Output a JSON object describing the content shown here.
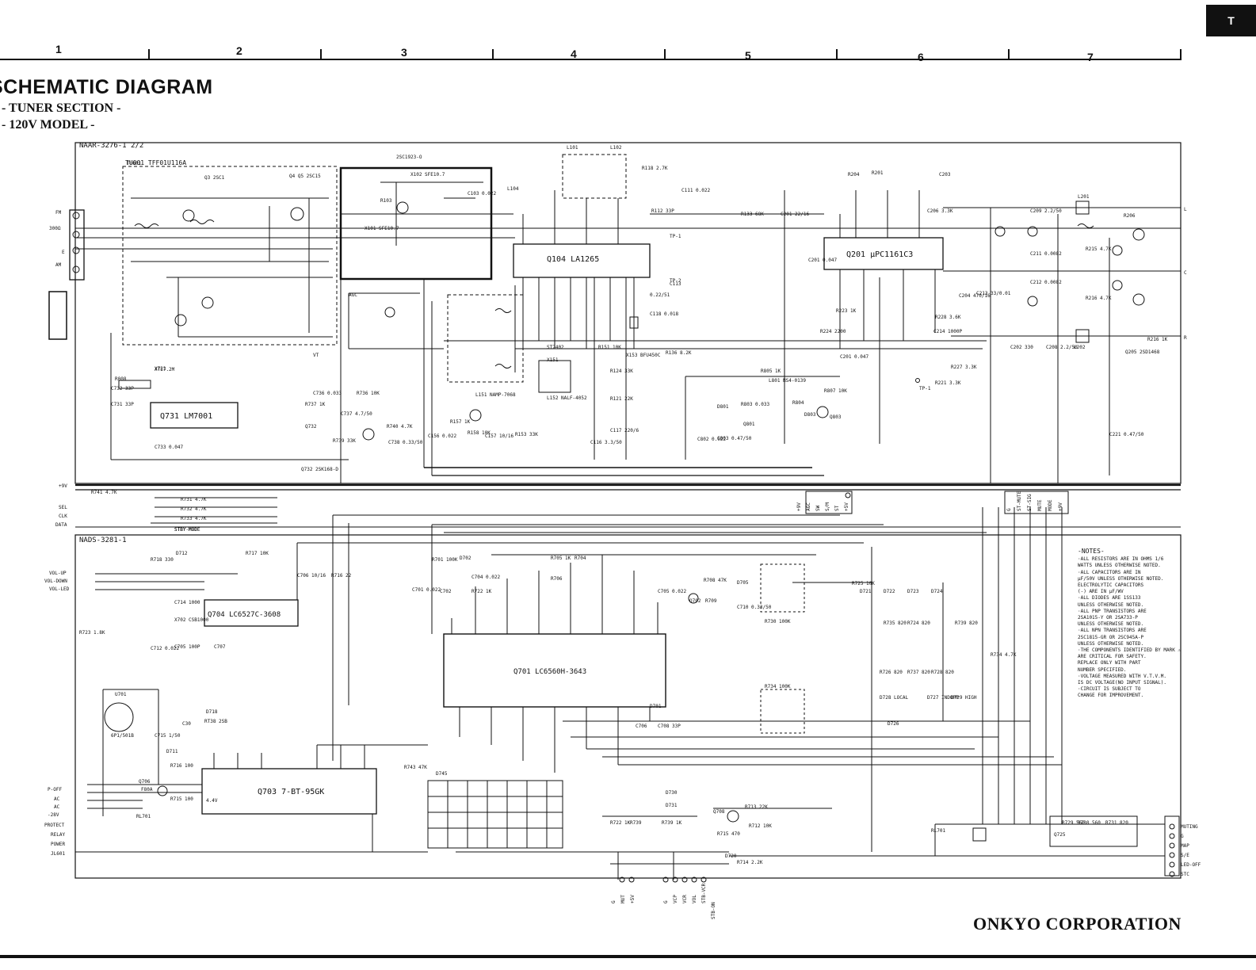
{
  "header": {
    "title": "SCHEMATIC DIAGRAM",
    "section": "- TUNER SECTION -",
    "model": "- 120V MODEL -",
    "corner_tab": "T"
  },
  "zones": [
    "1",
    "2",
    "3",
    "4",
    "5",
    "6",
    "7"
  ],
  "boards": {
    "tuner_board": "NAAR-3276-1 2/2",
    "control_board": "NADS-3281-1"
  },
  "ics": {
    "tuner_pack": "TU001 TFF01U116A",
    "q104": "Q104 LA1265",
    "q201": "Q201 µPC1161C3",
    "q731": "Q731 LM7001",
    "q704": "Q704 LC6527C-3608",
    "q701": "Q701 LC6560H-3643",
    "q703": "Q703 7-BT-95GK"
  },
  "terminals": {
    "left_top": [
      "FM",
      "300Ω",
      "E",
      "AM"
    ],
    "left_mid": [
      "+9V",
      "SEL",
      "CLK",
      "DATA"
    ],
    "left_vol": [
      "VOL-UP",
      "VOL-DOWN",
      "VOL-LED"
    ],
    "left_bottom": [
      "P-OFF",
      "AC",
      "AC",
      "-28V",
      "PROTECT",
      "RELAY",
      "POWER",
      "JL601"
    ],
    "right_out": [
      "L",
      "C",
      "R"
    ],
    "right_bottom": [
      "MUTING",
      "G",
      "MAP",
      "S/E",
      "LED-OFF",
      "STC"
    ]
  },
  "connectors": {
    "jl101": [
      "+9V",
      "AGC",
      "SW",
      "S/M",
      "ST",
      "+5V"
    ],
    "jl102": [
      "G",
      "ST-MUTE",
      "ST-SIG",
      "MUTE",
      "MODE",
      "+9V"
    ],
    "jl105": [
      "G",
      "MUT",
      "+5V"
    ],
    "jl701": [
      "G",
      "VCP",
      "VCR",
      "VOL",
      "STB-VCR",
      "STB-ON"
    ]
  },
  "labels": {
    "vt": "VT",
    "tp1": "TP-1",
    "tp2": "TP-2",
    "stby": "STBY-MODE",
    "xtal": "XTL7.2M",
    "agc": "AGC",
    "l201": "L201",
    "l202": "L202"
  },
  "notes": {
    "title": "-NOTES-",
    "lines": [
      "·ALL RESISTORS ARE IN OHMS 1/6",
      " WATTS UNLESS OTHERWISE NOTED.",
      "·ALL CAPACITORS ARE IN",
      " µF/50V UNLESS OTHERWISE NOTED.",
      " ELECTROLYTIC CAPACITORS",
      " (-) ARE IN µF/WV",
      "·ALL DIODES ARE 1SS133",
      " UNLESS OTHERWISE NOTED.",
      "·ALL PNP TRANSISTORS ARE",
      " 2SA1015-Y OR 2SA733-P",
      " UNLESS OTHERWISE NOTED.",
      "·ALL NPN TRANSISTORS ARE",
      " 2SC1815-GR OR 2SC945A-P",
      " UNLESS OTHERWISE NOTED.",
      "·THE COMPONENTS IDENTIFIED BY MARK ⚠",
      " ARE CRITICAL FOR SAFETY.",
      " REPLACE ONLY WITH PART",
      " NUMBER SPECIFIED.",
      "·VOLTAGE MEASURED WITH V.T.V.M.",
      " IS DC VOLTAGE(NO INPUT SIGNAL).",
      "·CIRCUIT IS SUBJECT TO",
      " CHANGE FOR IMPROVEMENT."
    ]
  },
  "footer": {
    "corporation": "ONKYO CORPORATION"
  }
}
